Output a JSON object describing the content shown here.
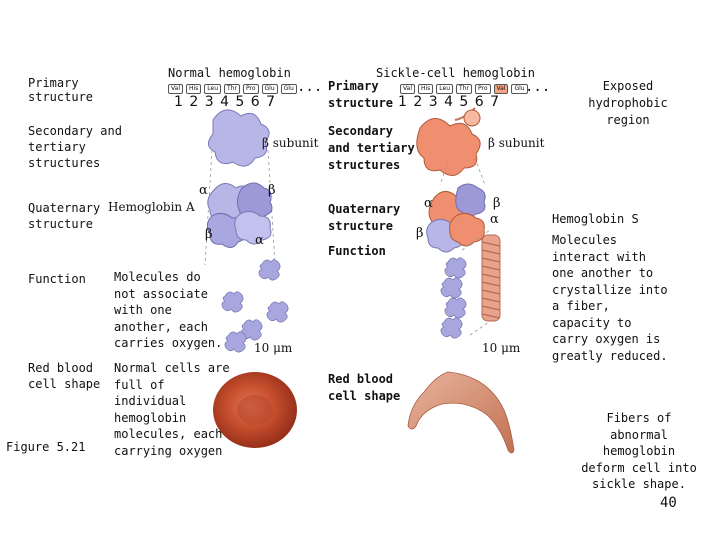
{
  "left": {
    "title": "Normal hemoglobin",
    "amino_acids": [
      "Val",
      "His",
      "Leu",
      "Thr",
      "Pro",
      "Glu",
      "Glu"
    ],
    "ellipsis": "...",
    "numbers": "1 2 3 4 5 6 7",
    "beta_subunit": "β subunit",
    "quaternary_name": "Hemoglobin A",
    "alpha": "α",
    "beta": "β",
    "function_text": "Molecules do not associate with one another, each carries oxygen.",
    "scale": "10 μm",
    "cell_text": "Normal cells are full of individual hemoglobin molecules, each carrying oxygen"
  },
  "row_labels": {
    "primary": "Primary structure",
    "secondary": "Secondary and tertiary structures",
    "quaternary": "Quaternary structure",
    "function": "Function",
    "red_blood": "Red blood cell shape",
    "figure": "Figure 5.21"
  },
  "right": {
    "title": "Sickle-cell hemoglobin",
    "primary": "Primary structure",
    "amino_acids": [
      "Val",
      "His",
      "Leu",
      "Thr",
      "Pro",
      "Val",
      "Glu"
    ],
    "highlight_index": 5,
    "ellipsis": "...",
    "numbers": "1 2 3 4 5 6 7",
    "exposed": "Exposed hydrophobic region",
    "secondary": "Secondary and tertiary structures",
    "beta_subunit": "β subunit",
    "quaternary": "Quaternary structure",
    "alpha": "α",
    "beta": "β",
    "function": "Function",
    "hemoglobin_s": "Hemoglobin S",
    "hemoglobin_s_text": "Molecules interact with one another to crystallize into a fiber, capacity to carry oxygen is greatly reduced.",
    "scale": "10 μm",
    "red_blood": "Red blood cell shape",
    "fibers_text": "Fibers of abnormal hemoglobin deform cell into sickle shape."
  },
  "slide_number": "40",
  "colors": {
    "normal_protein": "#b8b6e6",
    "sickle_protein": "#ef8f6f",
    "highlight": "#f3a585",
    "red_cell": "#c0442a"
  }
}
